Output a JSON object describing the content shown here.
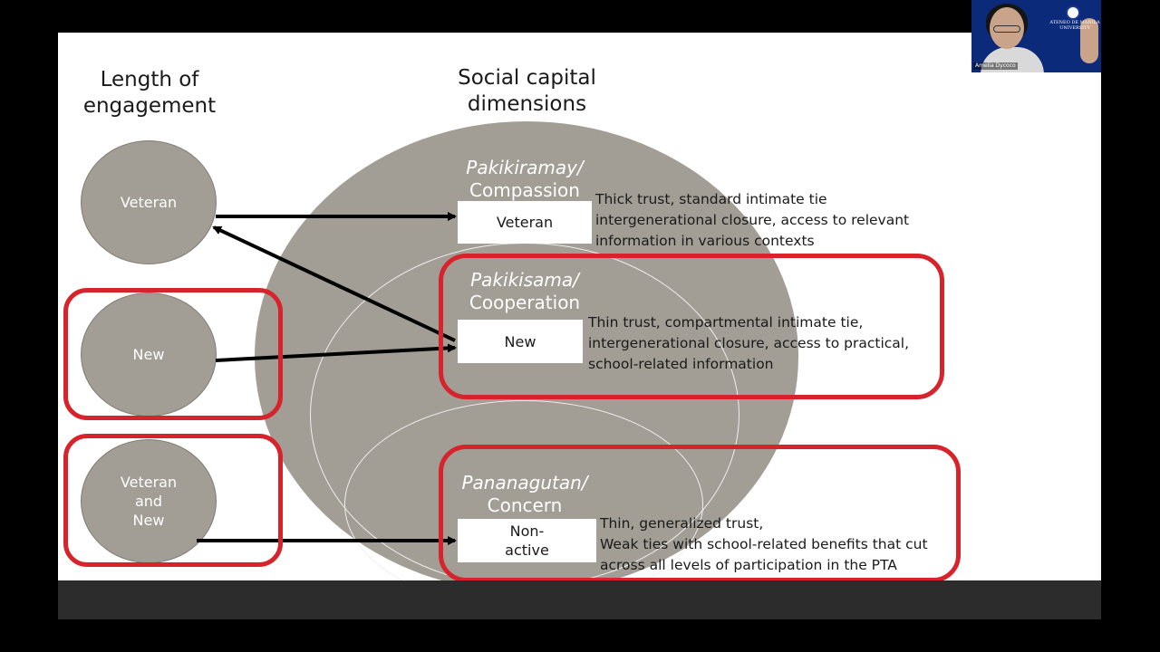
{
  "headings": {
    "length": "Length of\nengagement",
    "social": "Social capital\ndimensions"
  },
  "engagement_circles": [
    {
      "label": "Veteran"
    },
    {
      "label": "New"
    },
    {
      "label": "Veteran\nand\nNew"
    }
  ],
  "dimensions": [
    {
      "title_italic": "Pakikiramay/",
      "title_plain": "Compassion",
      "box": "Veteran",
      "description": "Thick trust, standard intimate tie\nintergenerational closure, access to relevant\ninformation in various contexts"
    },
    {
      "title_italic": "Pakikisama/",
      "title_plain": "Cooperation",
      "box": "New",
      "description": "Thin trust, compartmental intimate tie,\nintergenerational closure, access to practical,\nschool-related information"
    },
    {
      "title_italic": "Pananagutan/",
      "title_plain": "Concern",
      "box": "Non-\nactive",
      "description": "Thin, generalized trust,\nWeak ties with school-related benefits that cut\nacross all levels of participation in the PTA"
    }
  ],
  "webcam": {
    "participant_name": "Amelia Dycoco",
    "institution": "ATENEO DE MANILA\nUNIVERSITY"
  },
  "colors": {
    "ellipse_fill": "#a29d95",
    "highlight_red": "#d7232b",
    "slide_bg": "#ffffff",
    "frame_bg": "#000000"
  }
}
